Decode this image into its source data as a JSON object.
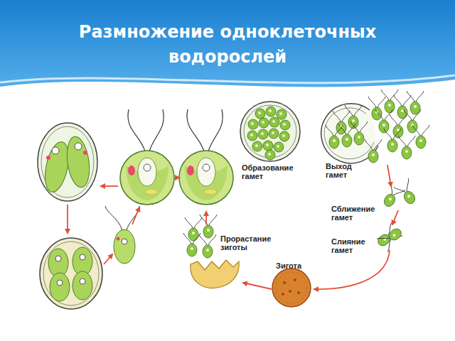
{
  "diagram": {
    "title": "Размножение одноклеточных водорослей",
    "labels": [
      "Образование гамет",
      "Выход гамет",
      "Сближение гамет",
      "Слияние гамет",
      "Зигота",
      "Прорастание зиготы"
    ]
  }
}
